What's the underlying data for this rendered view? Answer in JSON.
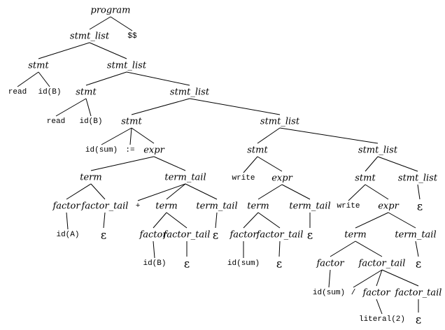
{
  "tree": {
    "nodes": [
      {
        "id": "n1",
        "label": "program",
        "kind": "nt"
      },
      {
        "id": "n2",
        "label": "stmt_list",
        "kind": "nt"
      },
      {
        "id": "n3",
        "label": "$$",
        "kind": "tk"
      },
      {
        "id": "n4",
        "label": "stmt",
        "kind": "nt"
      },
      {
        "id": "n5",
        "label": "stmt_list",
        "kind": "nt"
      },
      {
        "id": "n6",
        "label": "read",
        "kind": "tk"
      },
      {
        "id": "n7",
        "label": "id(B)",
        "kind": "tk"
      },
      {
        "id": "n8",
        "label": "stmt",
        "kind": "nt"
      },
      {
        "id": "n9",
        "label": "stmt_list",
        "kind": "nt"
      },
      {
        "id": "n10",
        "label": "read",
        "kind": "tk"
      },
      {
        "id": "n11",
        "label": "id(B)",
        "kind": "tk"
      },
      {
        "id": "n12",
        "label": "stmt",
        "kind": "nt"
      },
      {
        "id": "n13",
        "label": "stmt_list",
        "kind": "nt"
      },
      {
        "id": "n14",
        "label": "id(sum)",
        "kind": "tk"
      },
      {
        "id": "n15",
        "label": ":=",
        "kind": "tk"
      },
      {
        "id": "n16",
        "label": "expr",
        "kind": "nt"
      },
      {
        "id": "n17",
        "label": "term",
        "kind": "nt"
      },
      {
        "id": "n18",
        "label": "term_tail",
        "kind": "nt"
      },
      {
        "id": "n19",
        "label": "factor",
        "kind": "nt"
      },
      {
        "id": "n20",
        "label": "factor_tail",
        "kind": "nt"
      },
      {
        "id": "n21",
        "label": "id(A)",
        "kind": "tk"
      },
      {
        "id": "n22",
        "label": "ε",
        "kind": "ep"
      },
      {
        "id": "n23",
        "label": "+",
        "kind": "tk"
      },
      {
        "id": "n24",
        "label": "term",
        "kind": "nt"
      },
      {
        "id": "n25",
        "label": "term_tail",
        "kind": "nt"
      },
      {
        "id": "n26",
        "label": "factor",
        "kind": "nt"
      },
      {
        "id": "n27",
        "label": "factor_tail",
        "kind": "nt"
      },
      {
        "id": "n28",
        "label": "id(B)",
        "kind": "tk"
      },
      {
        "id": "n29",
        "label": "ε",
        "kind": "ep"
      },
      {
        "id": "n30",
        "label": "ε",
        "kind": "ep"
      },
      {
        "id": "n31",
        "label": "stmt",
        "kind": "nt"
      },
      {
        "id": "n32",
        "label": "stmt_list",
        "kind": "nt"
      },
      {
        "id": "n33",
        "label": "write",
        "kind": "tk"
      },
      {
        "id": "n34",
        "label": "expr",
        "kind": "nt"
      },
      {
        "id": "n35",
        "label": "term",
        "kind": "nt"
      },
      {
        "id": "n36",
        "label": "term_tail",
        "kind": "nt"
      },
      {
        "id": "n37",
        "label": "factor",
        "kind": "nt"
      },
      {
        "id": "n38",
        "label": "factor_tail",
        "kind": "nt"
      },
      {
        "id": "n39",
        "label": "id(sum)",
        "kind": "tk"
      },
      {
        "id": "n40",
        "label": "ε",
        "kind": "ep"
      },
      {
        "id": "n41",
        "label": "ε",
        "kind": "ep"
      },
      {
        "id": "n42",
        "label": "stmt",
        "kind": "nt"
      },
      {
        "id": "n43",
        "label": "stmt_list",
        "kind": "nt"
      },
      {
        "id": "n44",
        "label": "write",
        "kind": "tk"
      },
      {
        "id": "n45",
        "label": "expr",
        "kind": "nt"
      },
      {
        "id": "n46",
        "label": "ε",
        "kind": "ep"
      },
      {
        "id": "n47",
        "label": "term",
        "kind": "nt"
      },
      {
        "id": "n48",
        "label": "term_tail",
        "kind": "nt"
      },
      {
        "id": "n49",
        "label": "factor",
        "kind": "nt"
      },
      {
        "id": "n50",
        "label": "factor_tail",
        "kind": "nt"
      },
      {
        "id": "n51",
        "label": "ε",
        "kind": "ep"
      },
      {
        "id": "n52",
        "label": "id(sum)",
        "kind": "tk"
      },
      {
        "id": "n53",
        "label": "/",
        "kind": "tk"
      },
      {
        "id": "n54",
        "label": "factor",
        "kind": "nt"
      },
      {
        "id": "n55",
        "label": "factor_tail",
        "kind": "nt"
      },
      {
        "id": "n56",
        "label": "literal(2)",
        "kind": "tk"
      },
      {
        "id": "n57",
        "label": "ε",
        "kind": "ep"
      }
    ],
    "edges": [
      [
        "n1",
        "n2"
      ],
      [
        "n1",
        "n3"
      ],
      [
        "n2",
        "n4"
      ],
      [
        "n2",
        "n5"
      ],
      [
        "n4",
        "n6"
      ],
      [
        "n4",
        "n7"
      ],
      [
        "n5",
        "n8"
      ],
      [
        "n5",
        "n9"
      ],
      [
        "n8",
        "n10"
      ],
      [
        "n8",
        "n11"
      ],
      [
        "n9",
        "n12"
      ],
      [
        "n9",
        "n13"
      ],
      [
        "n12",
        "n14"
      ],
      [
        "n12",
        "n15"
      ],
      [
        "n12",
        "n16"
      ],
      [
        "n16",
        "n17"
      ],
      [
        "n16",
        "n18"
      ],
      [
        "n17",
        "n19"
      ],
      [
        "n17",
        "n20"
      ],
      [
        "n19",
        "n21"
      ],
      [
        "n20",
        "n22"
      ],
      [
        "n18",
        "n23"
      ],
      [
        "n18",
        "n24"
      ],
      [
        "n18",
        "n25"
      ],
      [
        "n24",
        "n26"
      ],
      [
        "n24",
        "n27"
      ],
      [
        "n26",
        "n28"
      ],
      [
        "n27",
        "n29"
      ],
      [
        "n25",
        "n30"
      ],
      [
        "n13",
        "n31"
      ],
      [
        "n13",
        "n32"
      ],
      [
        "n31",
        "n33"
      ],
      [
        "n31",
        "n34"
      ],
      [
        "n34",
        "n35"
      ],
      [
        "n34",
        "n36"
      ],
      [
        "n35",
        "n37"
      ],
      [
        "n35",
        "n38"
      ],
      [
        "n37",
        "n39"
      ],
      [
        "n38",
        "n40"
      ],
      [
        "n36",
        "n41"
      ],
      [
        "n32",
        "n42"
      ],
      [
        "n32",
        "n43"
      ],
      [
        "n42",
        "n44"
      ],
      [
        "n42",
        "n45"
      ],
      [
        "n43",
        "n46"
      ],
      [
        "n45",
        "n47"
      ],
      [
        "n45",
        "n48"
      ],
      [
        "n47",
        "n49"
      ],
      [
        "n47",
        "n50"
      ],
      [
        "n48",
        "n51"
      ],
      [
        "n49",
        "n52"
      ],
      [
        "n50",
        "n53"
      ],
      [
        "n50",
        "n54"
      ],
      [
        "n50",
        "n55"
      ],
      [
        "n54",
        "n56"
      ],
      [
        "n55",
        "n57"
      ]
    ]
  }
}
